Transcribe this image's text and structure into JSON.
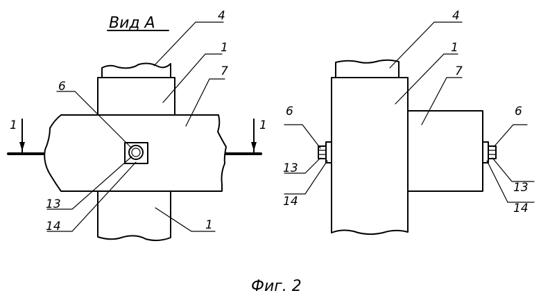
{
  "view_title": "Вид А",
  "figure_caption": "Фиг. 2",
  "section_mark": "1",
  "labels": {
    "rail": "4",
    "support": "1",
    "bracket": "7",
    "bolt": "6",
    "nut": "13",
    "washer": "14"
  }
}
